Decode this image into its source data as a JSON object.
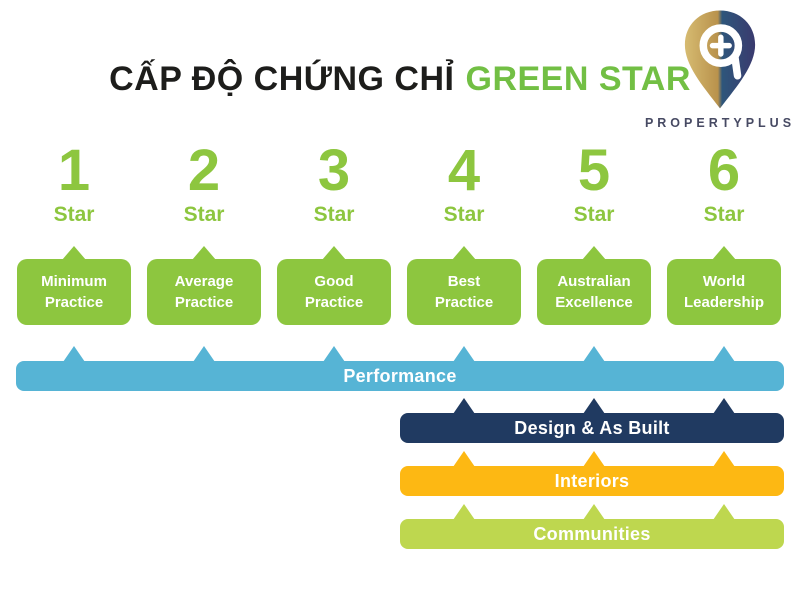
{
  "header": {
    "title_black": "CẤP ĐỘ CHỨNG CHỈ",
    "title_green": "GREEN STAR",
    "logo_text": "PROPERTYPLUS"
  },
  "columns": [
    {
      "number": "1",
      "star_label": "Star",
      "label_line1": "Minimum",
      "label_line2": "Practice"
    },
    {
      "number": "2",
      "star_label": "Star",
      "label_line1": "Average",
      "label_line2": "Practice"
    },
    {
      "number": "3",
      "star_label": "Star",
      "label_line1": "Good",
      "label_line2": "Practice"
    },
    {
      "number": "4",
      "star_label": "Star",
      "label_line1": "Best",
      "label_line2": "Practice"
    },
    {
      "number": "5",
      "star_label": "Star",
      "label_line1": "Australian",
      "label_line2": "Excellence"
    },
    {
      "number": "6",
      "star_label": "Star",
      "label_line1": "World",
      "label_line2": "Leadership"
    }
  ],
  "bars": [
    {
      "label": "Performance",
      "color": "#56b4d5",
      "covers_stars": [
        1,
        2,
        3,
        4,
        5,
        6
      ]
    },
    {
      "label": "Design & As Built",
      "color": "#203a61",
      "covers_stars": [
        4,
        5,
        6
      ]
    },
    {
      "label": "Interiors",
      "color": "#fdb813",
      "covers_stars": [
        4,
        5,
        6
      ]
    },
    {
      "label": "Communities",
      "color": "#bed74f",
      "covers_stars": [
        4,
        5,
        6
      ]
    }
  ],
  "colors": {
    "star_green": "#8dc63f",
    "title_green": "#72bf44",
    "title_black": "#1d1d1b",
    "logo_gold": "#c0a050",
    "logo_navy": "#32406e",
    "wordmark": "#474a63"
  }
}
